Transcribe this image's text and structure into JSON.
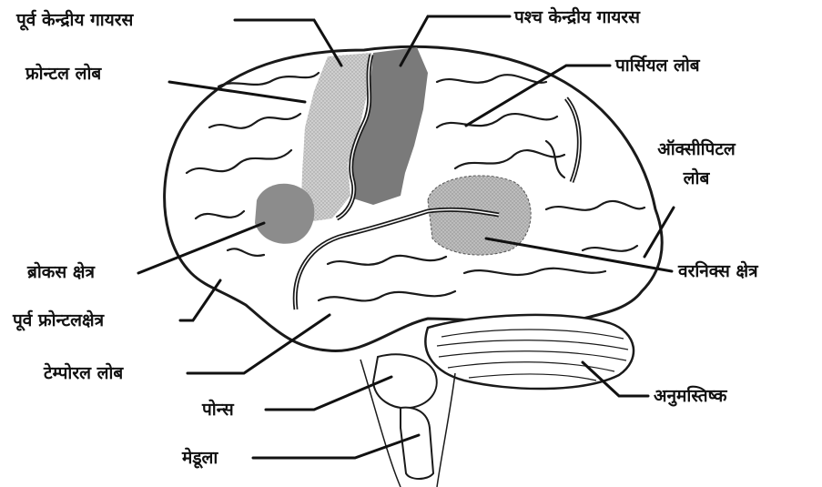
{
  "labels": {
    "precentral_gyrus": "पूर्व केन्द्रीय गायरस",
    "postcentral_gyrus": "पश्च केन्द्रीय गायरस",
    "frontal_lobe": "फ्रोन्टल लोब",
    "parietal_lobe": "पार्सियल लोब",
    "occipital_lobe_1": "ऑक्सीपिटल",
    "occipital_lobe_2": "लोब",
    "brocas_area": "ब्रोकस क्षेत्र",
    "prefrontal_area": "पूर्व फ्रोन्टलक्षेत्र",
    "temporal_lobe": "टेम्पोरल लोब",
    "wernickes_area": "वरनिक्स क्षेत्र",
    "cerebellum": "अनुमस्तिष्क",
    "pons": "पोन्स",
    "medulla": "मेडूला"
  },
  "colors": {
    "outline": "#1a1a1a",
    "precentral_fill": "#c9c9c9",
    "postcentral_fill": "#7a7a7a",
    "broca_fill": "#8c8c8c",
    "wernicke_fill": "#b4b4b4",
    "background": "#ffffff"
  }
}
